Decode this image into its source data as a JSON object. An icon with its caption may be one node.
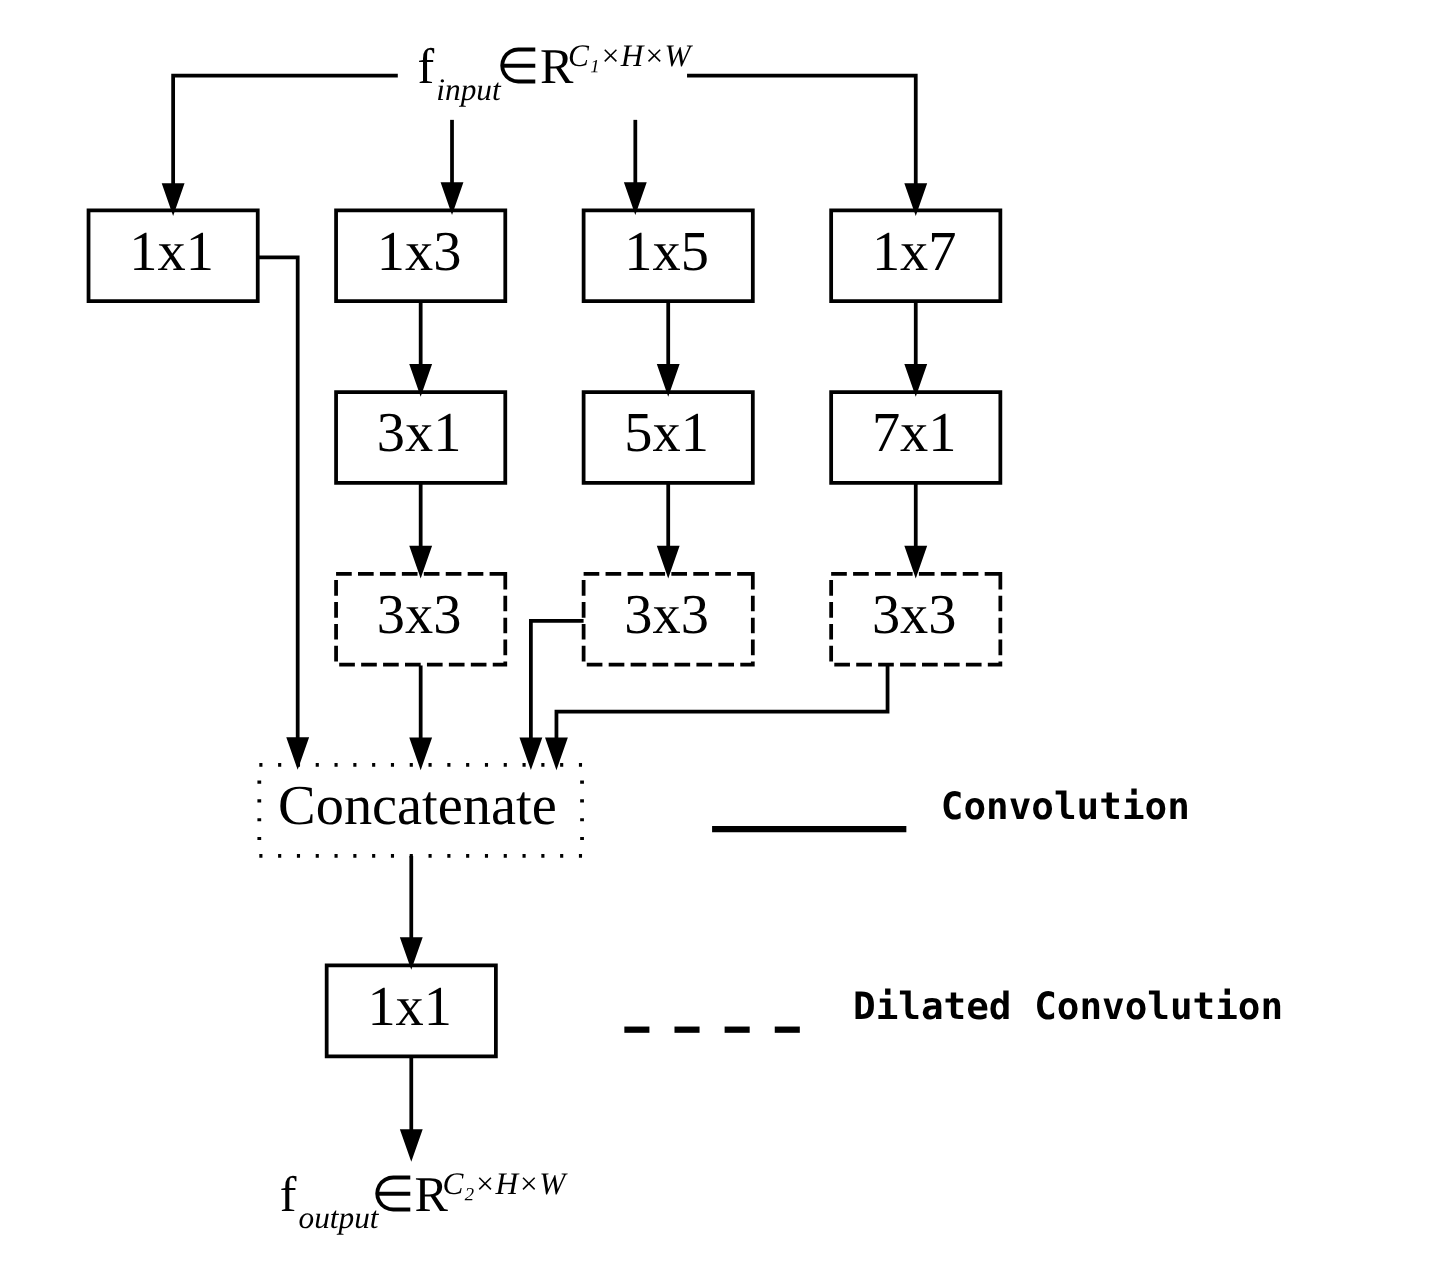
{
  "diagram": {
    "nodes": [
      {
        "text": [
          "f$_{input}$∈R$^{C₁×H×W}$"
        ]
      },
      {
        "text": [
          "1x1"
        ]
      },
      {
        "text": [
          "1x3"
        ]
      },
      {
        "text": [
          "1x5"
        ]
      },
      {
        "text": [
          "1x7"
        ]
      },
      {
        "text": [
          "3x1"
        ]
      },
      {
        "text": [
          "5x1"
        ]
      },
      {
        "text": [
          "7x1"
        ]
      },
      {
        "text": [
          "3x3"
        ]
      },
      {
        "text": [
          "3x3"
        ]
      },
      {
        "text": [
          "3x3"
        ]
      },
      {
        "text": [
          "Concatenate"
        ]
      },
      {
        "text": [
          "1x1"
        ]
      },
      {
        "text": [
          "f$_{output}$∈R$^{C₂×H×W}$"
        ]
      }
    ],
    "edges": [
      {
        "from": 0,
        "to": 1,
        "arrow": "to"
      },
      {
        "from": 0,
        "to": 2,
        "arrow": "to"
      },
      {
        "from": 0,
        "to": 3,
        "arrow": "to"
      },
      {
        "from": 0,
        "to": 4,
        "arrow": "to"
      },
      {
        "from": 2,
        "to": 5,
        "arrow": "to"
      },
      {
        "from": 3,
        "to": 6,
        "arrow": "to"
      },
      {
        "from": 4,
        "to": 7,
        "arrow": "to"
      },
      {
        "from": 5,
        "to": 8,
        "arrow": "to"
      },
      {
        "from": 6,
        "to": 9,
        "arrow": "to"
      },
      {
        "from": 7,
        "to": 10,
        "arrow": "to"
      },
      {
        "from": 1,
        "to": 11,
        "arrow": "to"
      },
      {
        "from": 8,
        "to": 11,
        "arrow": "to"
      },
      {
        "from": 9,
        "to": 11,
        "arrow": "to"
      },
      {
        "from": 10,
        "to": 11,
        "arrow": "to"
      },
      {
        "from": 11,
        "to": 12,
        "arrow": "to"
      },
      {
        "from": 12,
        "to": 13,
        "arrow": "to"
      }
    ],
    "legend": [
      {
        "text": "Convolution"
      },
      {
        "text": "Dilated Convolution"
      }
    ]
  }
}
